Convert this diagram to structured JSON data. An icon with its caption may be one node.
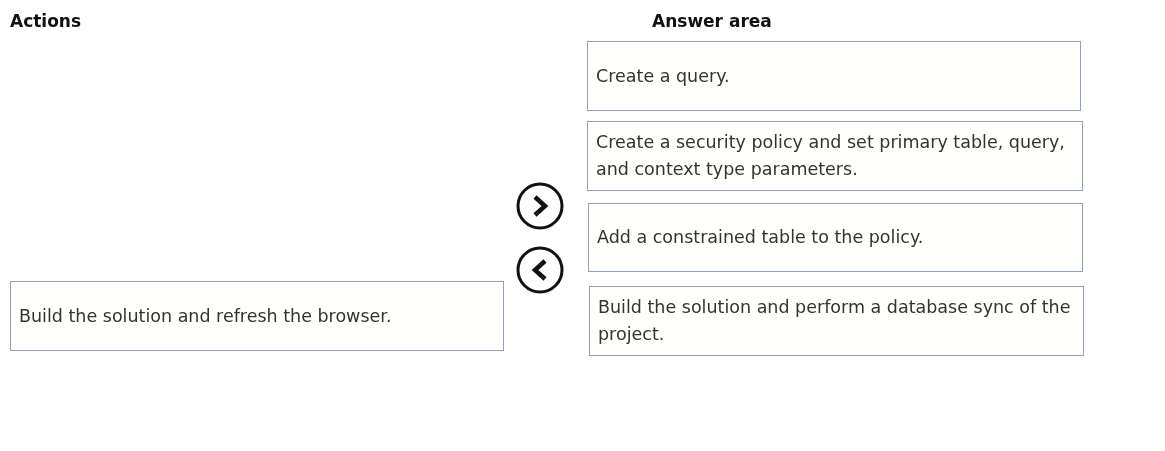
{
  "diagram": {
    "nodes": [
      {
        "text": [
          "Build the solution and refresh the browser."
        ]
      },
      {
        "text": [
          "Create a query."
        ]
      },
      {
        "text": [
          "Create a security policy and set primary table, query, and context type parameters."
        ]
      },
      {
        "text": [
          "Add a constrained table to the policy."
        ]
      },
      {
        "text": [
          "Build the solution and perform a database sync of the project."
        ]
      }
    ],
    "labels": [
      "Actions",
      "Answer area"
    ]
  }
}
